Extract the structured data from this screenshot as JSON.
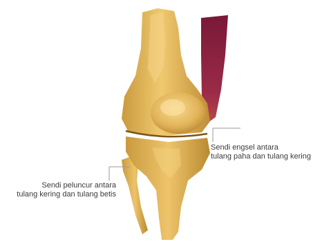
{
  "labels": {
    "hinge_joint": {
      "line1": "Sendi engsel antara",
      "line2": "tulang paha dan tulang kering"
    },
    "gliding_joint": {
      "line1": "Sendi peluncur antara",
      "line2": "tulang kering dan tulang betis"
    }
  },
  "colors": {
    "bone": "#e3b456",
    "bone_light": "#f2cf7a",
    "bone_shadow": "#b98a32",
    "tissue": "#8a2040",
    "leader_line": "#9a9a9a",
    "text": "#3a3a3a"
  }
}
